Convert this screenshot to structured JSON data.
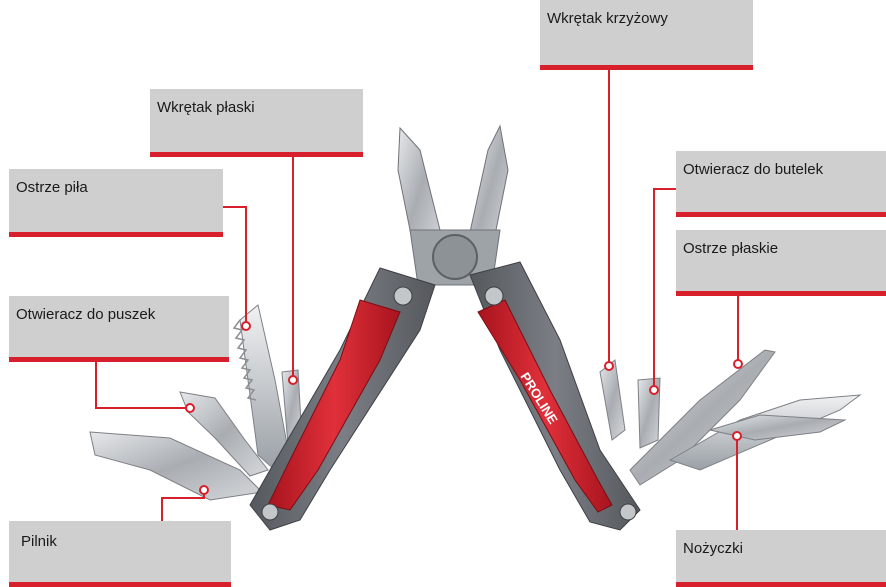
{
  "labels": {
    "wkretak_krzyzowy": "Wkrętak krzyżowy",
    "wkretak_plaski": "Wkrętak płaski",
    "otwieracz_do_butelek": "Otwieracz do butelek",
    "ostrze_pila": "Ostrze piła",
    "ostrze_plaskie": "Ostrze płaskie",
    "otwieracz_do_puszek": "Otwieracz do puszek",
    "pilnik": "Pilnik",
    "nozyczki": "Nożyczki"
  },
  "brand": "PROLINE",
  "colors": {
    "accent": "#d8202c",
    "label_bg": "#cfcfcf",
    "handle_grey": "#6a6d72",
    "handle_red": "#d11f2b",
    "steel": "#b9bcc0"
  }
}
